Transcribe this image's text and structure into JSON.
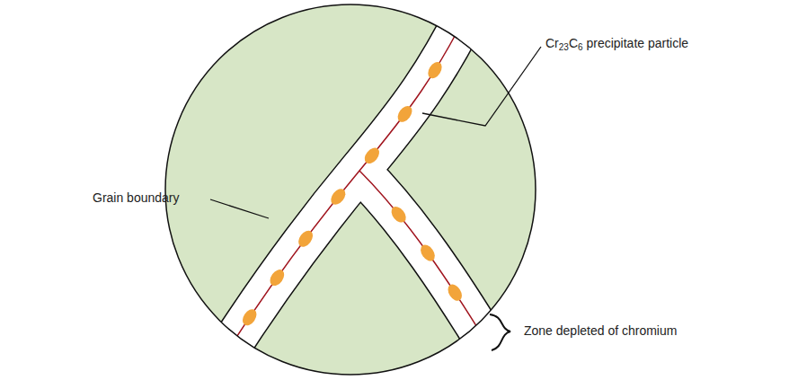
{
  "diagram": {
    "labels": [
      "Cr23C6 precipitate particle",
      "Grain boundary",
      "Zone depleted of chromium"
    ]
  }
}
